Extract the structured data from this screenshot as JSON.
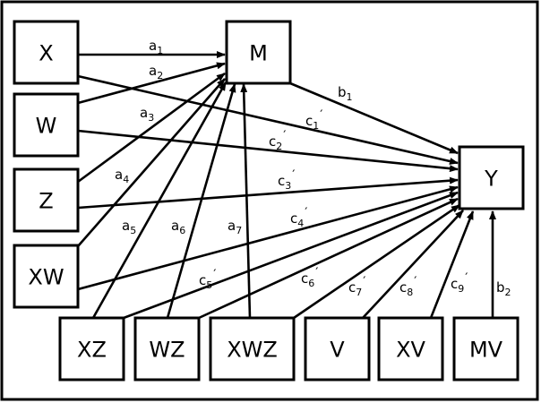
{
  "diagram": {
    "title": "",
    "nodes": [
      {
        "id": "X",
        "label": "X"
      },
      {
        "id": "W",
        "label": "W"
      },
      {
        "id": "Z",
        "label": "Z"
      },
      {
        "id": "XW",
        "label": "XW"
      },
      {
        "id": "M",
        "label": "M"
      },
      {
        "id": "Y",
        "label": "Y"
      },
      {
        "id": "XZ",
        "label": "XZ"
      },
      {
        "id": "WZ",
        "label": "WZ"
      },
      {
        "id": "XWZ",
        "label": "XWZ"
      },
      {
        "id": "V",
        "label": "V"
      },
      {
        "id": "XV",
        "label": "XV"
      },
      {
        "id": "MV",
        "label": "MV"
      }
    ],
    "edges": [
      {
        "from": "X",
        "to": "M",
        "label": {
          "base": "a",
          "sub": "1",
          "prime": false
        }
      },
      {
        "from": "W",
        "to": "M",
        "label": {
          "base": "a",
          "sub": "2",
          "prime": false
        }
      },
      {
        "from": "Z",
        "to": "M",
        "label": {
          "base": "a",
          "sub": "3",
          "prime": false
        }
      },
      {
        "from": "XW",
        "to": "M",
        "label": {
          "base": "a",
          "sub": "4",
          "prime": false
        }
      },
      {
        "from": "XZ",
        "to": "M",
        "label": {
          "base": "a",
          "sub": "5",
          "prime": false
        }
      },
      {
        "from": "WZ",
        "to": "M",
        "label": {
          "base": "a",
          "sub": "6",
          "prime": false
        }
      },
      {
        "from": "XWZ",
        "to": "M",
        "label": {
          "base": "a",
          "sub": "7",
          "prime": false
        }
      },
      {
        "from": "M",
        "to": "Y",
        "label": {
          "base": "b",
          "sub": "1",
          "prime": false
        }
      },
      {
        "from": "X",
        "to": "Y",
        "label": {
          "base": "c",
          "sub": "1",
          "prime": true
        }
      },
      {
        "from": "W",
        "to": "Y",
        "label": {
          "base": "c",
          "sub": "2",
          "prime": true
        }
      },
      {
        "from": "Z",
        "to": "Y",
        "label": {
          "base": "c",
          "sub": "3",
          "prime": true
        }
      },
      {
        "from": "XW",
        "to": "Y",
        "label": {
          "base": "c",
          "sub": "4",
          "prime": true
        }
      },
      {
        "from": "XZ",
        "to": "Y",
        "label": {
          "base": "c",
          "sub": "5",
          "prime": true
        }
      },
      {
        "from": "WZ",
        "to": "Y",
        "label": {
          "base": "c",
          "sub": "6",
          "prime": true
        }
      },
      {
        "from": "V",
        "to": "Y",
        "label": {
          "base": "c",
          "sub": "7",
          "prime": true
        }
      },
      {
        "from": "XV",
        "to": "Y",
        "label": {
          "base": "c",
          "sub": "8",
          "prime": true
        }
      },
      {
        "from": "XWZ",
        "to": "Y",
        "label": {
          "base": "c",
          "sub": "9",
          "prime": true
        }
      },
      {
        "from": "MV",
        "to": "Y",
        "label": {
          "base": "b",
          "sub": "2",
          "prime": false
        }
      }
    ],
    "prime_symbol": "′"
  }
}
